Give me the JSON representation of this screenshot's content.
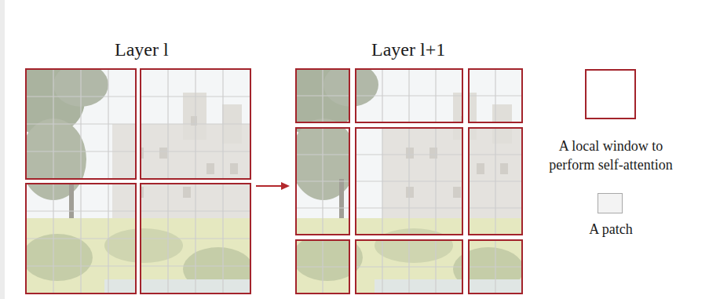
{
  "diagram": {
    "labels": [
      "Layer l",
      "Layer l+1"
    ],
    "legend": [
      {
        "text": "A local window to perform self-attention"
      },
      {
        "text": "A patch"
      }
    ]
  }
}
